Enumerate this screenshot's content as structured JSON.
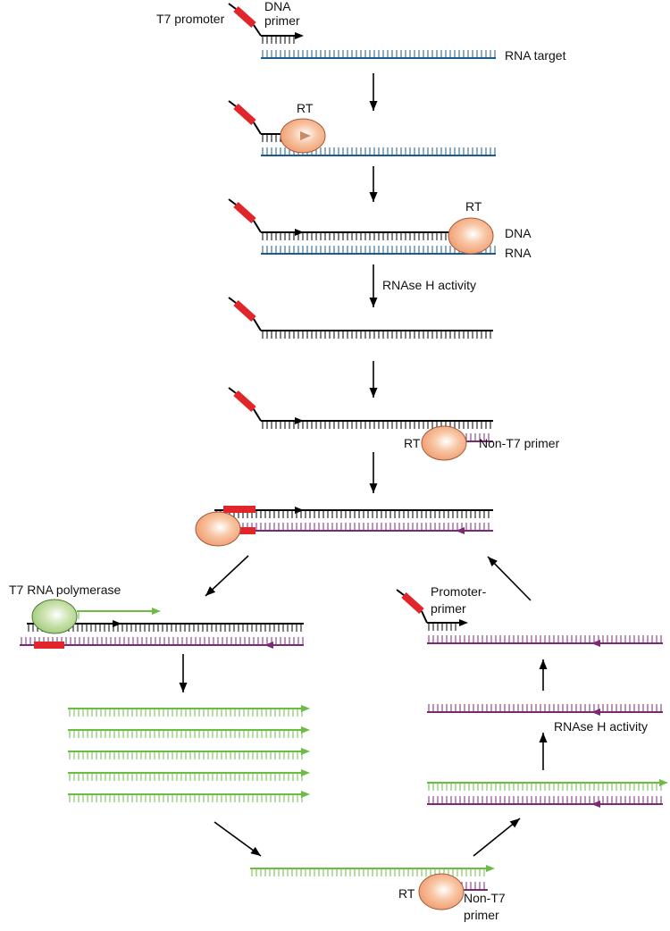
{
  "colors": {
    "dna": "#000000",
    "rna_target": "#1d5a8c",
    "promoter": "#e0262b",
    "purple_strand": "#7a2a73",
    "green_rna": "#6dbb45",
    "rt_enzyme": "#f4a27a",
    "t7_polymerase": "#aed48a",
    "arrow": "#000000"
  },
  "labels": {
    "t7_promoter": "T7 promoter",
    "dna_primer_1": "DNA",
    "dna_primer_2": "primer",
    "rna_target": "RNA target",
    "rt_1": "RT",
    "rt_2": "RT",
    "dna": "DNA",
    "rna": "RNA",
    "rnase_h_1": "RNAse H activity",
    "rt_3": "RT",
    "non_t7_primer_1": "Non-T7 primer",
    "t7_rna_polymerase": "T7 RNA polymerase",
    "promoter_primer_1": "Promoter-",
    "promoter_primer_2": "primer",
    "rnase_h_2": "RNAse H activity",
    "rt_4": "RT",
    "non_t7_primer_2a": "Non-T7",
    "non_t7_primer_2b": "primer"
  },
  "icons": {
    "rt_enzyme": "orange-ellipse",
    "t7_polymerase": "green-ellipse",
    "promoter": "red-bar"
  }
}
